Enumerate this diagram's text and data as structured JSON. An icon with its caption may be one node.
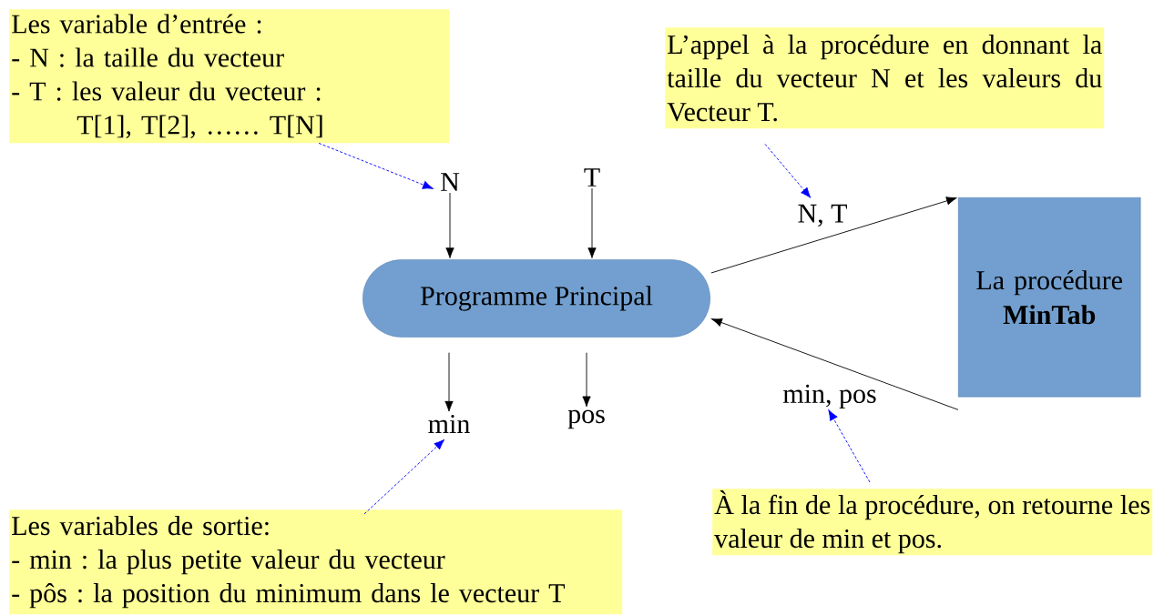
{
  "diagram": {
    "nodes": [
      {
        "text": [
          "Les variable d’entrée :",
          "-  N : la taille du vecteur",
          "-  T : les valeur du vecteur :",
          "T[1], T[2], …… T[N]"
        ]
      },
      {
        "text": [
          "N"
        ]
      },
      {
        "text": [
          "T"
        ]
      },
      {
        "text": [
          "Programme Principal"
        ]
      },
      {
        "text": [
          "min"
        ]
      },
      {
        "text": [
          "pos"
        ]
      },
      {
        "text": [
          "L’appel à la procédure en donnant la taille du vecteur N et les valeurs du Vecteur T."
        ]
      },
      {
        "text": [
          "N, T"
        ]
      },
      {
        "text": [
          "La procédure **MinTab**"
        ]
      },
      {
        "text": [
          "min, pos"
        ]
      },
      {
        "text": [
          "Les variables de sortie:",
          "-  min : la plus petite valeur du vecteur",
          "-  pôs : la position du minimum dans le vecteur T"
        ]
      },
      {
        "text": [
          "À la fin de la procédure, on retourne les valeur de min et pos."
        ]
      }
    ],
    "edges": [
      {
        "from": 0,
        "to": 1,
        "arrow": "to",
        "style": "dashed",
        "color": "#0000ff"
      },
      {
        "from": 1,
        "to": 3,
        "arrow": "to"
      },
      {
        "from": 2,
        "to": 3,
        "arrow": "to"
      },
      {
        "from": 3,
        "to": 4,
        "arrow": "to"
      },
      {
        "from": 3,
        "to": 5,
        "arrow": "to"
      },
      {
        "from": 3,
        "to": 8,
        "arrow": "to"
      },
      {
        "from": 8,
        "to": 3,
        "arrow": "to"
      },
      {
        "from": 6,
        "to": 7,
        "arrow": "to",
        "style": "dashed",
        "color": "#0000ff"
      },
      {
        "from": 10,
        "to": 4,
        "arrow": "to",
        "style": "dashed",
        "color": "#0000ff"
      },
      {
        "from": 11,
        "to": 9,
        "arrow": "to",
        "style": "dashed",
        "color": "#0000ff"
      }
    ]
  }
}
